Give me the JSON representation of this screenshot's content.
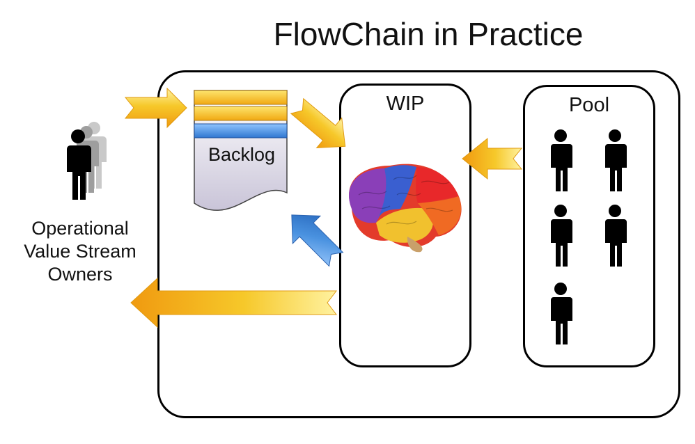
{
  "title": "FlowChain in Practice",
  "owners": {
    "lines": [
      "Operational",
      "Value Stream",
      "Owners"
    ]
  },
  "backlog": {
    "label": "Backlog"
  },
  "wip": {
    "label": "WIP"
  },
  "pool": {
    "label": "Pool",
    "people_count": 5
  },
  "colors": {
    "arrow_yellow": "#f5c528",
    "arrow_orange": "#f2a10f",
    "arrow_blue": "#3d82d6",
    "backlog_item_yellow": "#f7c72a",
    "backlog_item_blue": "#3f8fdc",
    "backlog_paper": "#d9d5e4"
  }
}
